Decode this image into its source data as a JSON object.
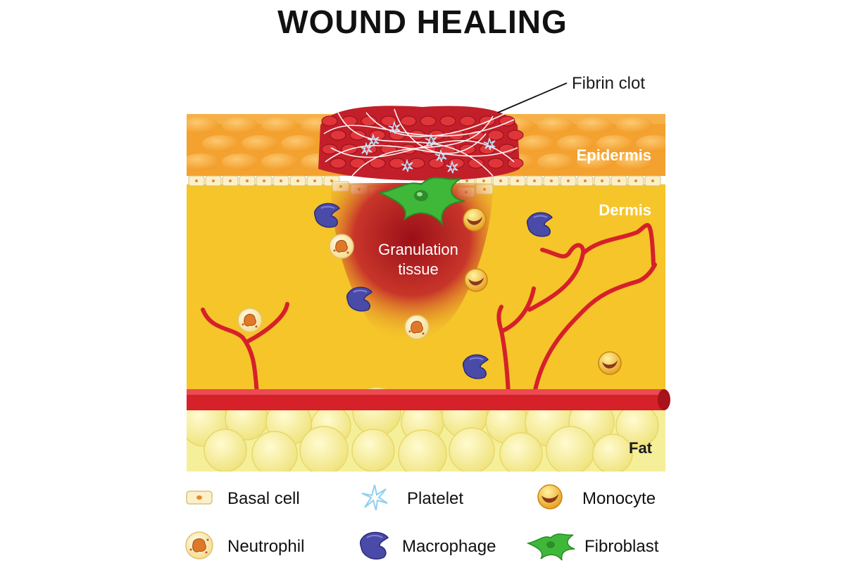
{
  "title": "WOUND HEALING",
  "labels": {
    "fibrin_clot": "Fibrin clot",
    "epidermis": "Epidermis",
    "dermis": "Dermis",
    "granulation_line1": "Granulation",
    "granulation_line2": "tissue",
    "fat": "Fat"
  },
  "legend": [
    {
      "icon": "basal-cell-icon",
      "label": "Basal cell"
    },
    {
      "icon": "platelet-icon",
      "label": "Platelet"
    },
    {
      "icon": "monocyte-icon",
      "label": "Monocyte"
    },
    {
      "icon": "neutrophil-icon",
      "label": "Neutrophil"
    },
    {
      "icon": "macrophage-icon",
      "label": "Macrophage"
    },
    {
      "icon": "fibroblast-icon",
      "label": "Fibroblast"
    }
  ],
  "colors": {
    "epidermis": "#f3a12f",
    "dermis": "#f5c52a",
    "fat": "#f6ef9a",
    "blood": "#d6202a",
    "clot": "#c8202a",
    "fibroblast": "#3fb83a",
    "macrophage": "#4a4aa8",
    "monocyte": "#e8a020"
  }
}
